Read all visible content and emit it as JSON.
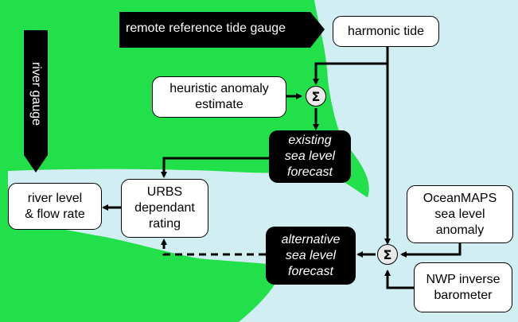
{
  "colors": {
    "land": "#22e04a",
    "sea": "#d1eff2",
    "arrow_fill": "#000000"
  },
  "labels": {
    "remote_gauge": "remote reference tide gauge",
    "river_gauge": "river gauge"
  },
  "nodes": {
    "harmonic_tide": "harmonic tide",
    "heuristic": "heuristic anomaly\nestimate",
    "existing": "existing\nsea level\nforecast",
    "urbs": "URBS\ndependant\nrating",
    "river_level": "river level\n& flow rate",
    "oceanmaps": "OceanMAPS\nsea level\nanomaly",
    "alternative": "alternative\nsea level\nforecast",
    "nwp": "NWP inverse\nbarometer"
  },
  "sum_symbol": "Σ"
}
